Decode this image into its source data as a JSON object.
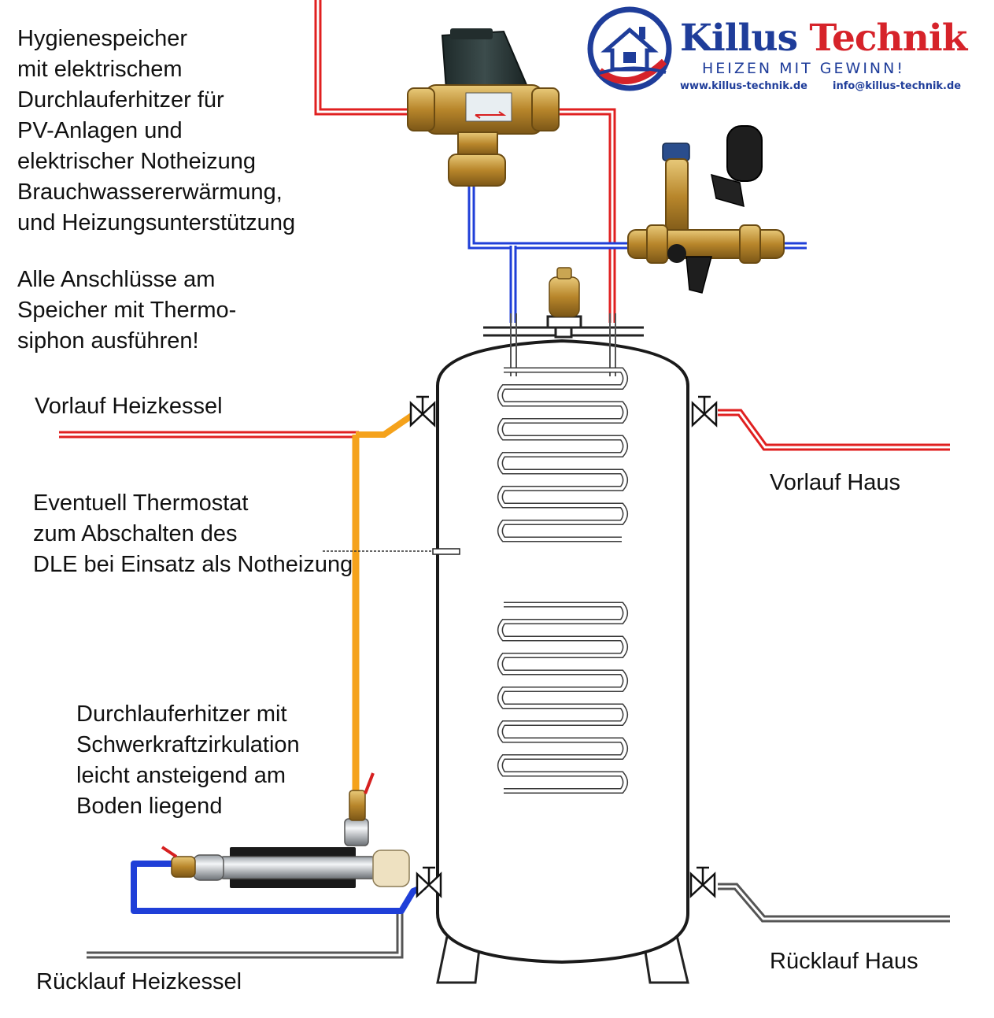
{
  "intro": {
    "lines": [
      "Hygienespeicher",
      "mit elektrischem",
      "Durchlauferhitzer für",
      "PV-Anlagen und",
      "elektrischer Notheizung",
      "Brauchwassererwärmung,",
      "und Heizungsunterstützung"
    ]
  },
  "note_thermosiphon": {
    "lines": [
      "Alle Anschlüsse am",
      "Speicher mit Thermo-",
      "siphon ausführen!"
    ]
  },
  "note_thermostat": {
    "lines": [
      "Eventuell Thermostat",
      "zum Abschalten des",
      "DLE bei Einsatz als Notheizung"
    ]
  },
  "note_durchlauferhitzer": {
    "lines": [
      "Durchlauferhitzer mit",
      "Schwerkraftzirkulation",
      "leicht ansteigend am",
      "Boden liegend"
    ]
  },
  "labels": {
    "vorlauf_heizkessel": "Vorlauf Heizkessel",
    "vorlauf_haus": "Vorlauf Haus",
    "ruecklauf_heizkessel": "Rücklauf Heizkessel",
    "ruecklauf_haus": "Rücklauf Haus"
  },
  "logo": {
    "name_part1": "Killus",
    "name_part2": "Technik",
    "slogan": "HEIZEN MIT GEWINN!",
    "website": "www.killus-technik.de",
    "email": "info@killus-technik.de",
    "icon": "house-icon"
  },
  "colors": {
    "hot": "#e02020",
    "cold": "#1f3fd8",
    "boiler_feed": "#f5a21b",
    "return": "#555555",
    "brand_blue": "#1f3d9a",
    "brand_red": "#d6232a",
    "brass": "#c59a3c"
  }
}
